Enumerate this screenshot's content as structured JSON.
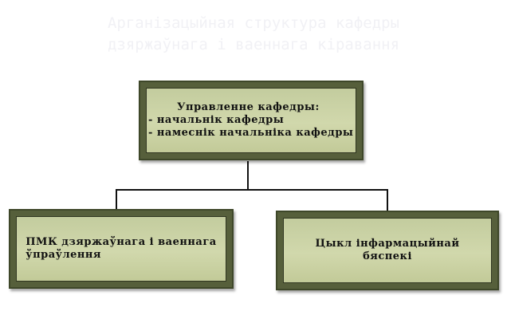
{
  "title": {
    "line1": "Арганізацыйная структура кафедры",
    "line2": "дзяржаўнага і ваеннага кіравання"
  },
  "nodes": {
    "management": {
      "heading": "Управленне кафедры:",
      "items": [
        "- начальнік кафедры",
        "- намеснік начальніка кафедры"
      ]
    },
    "pmk": {
      "line1": "ПМК дзяржаўнага і ваеннага",
      "line2": "ўпраўлення"
    },
    "cycle": {
      "line1": "Цыкл інфармацыйнай",
      "line2": "бяспекі"
    }
  },
  "colors": {
    "frame": "#565f3b",
    "panel": "#cdd4a8",
    "connector": "#111111",
    "title": "#f1f1f5"
  }
}
